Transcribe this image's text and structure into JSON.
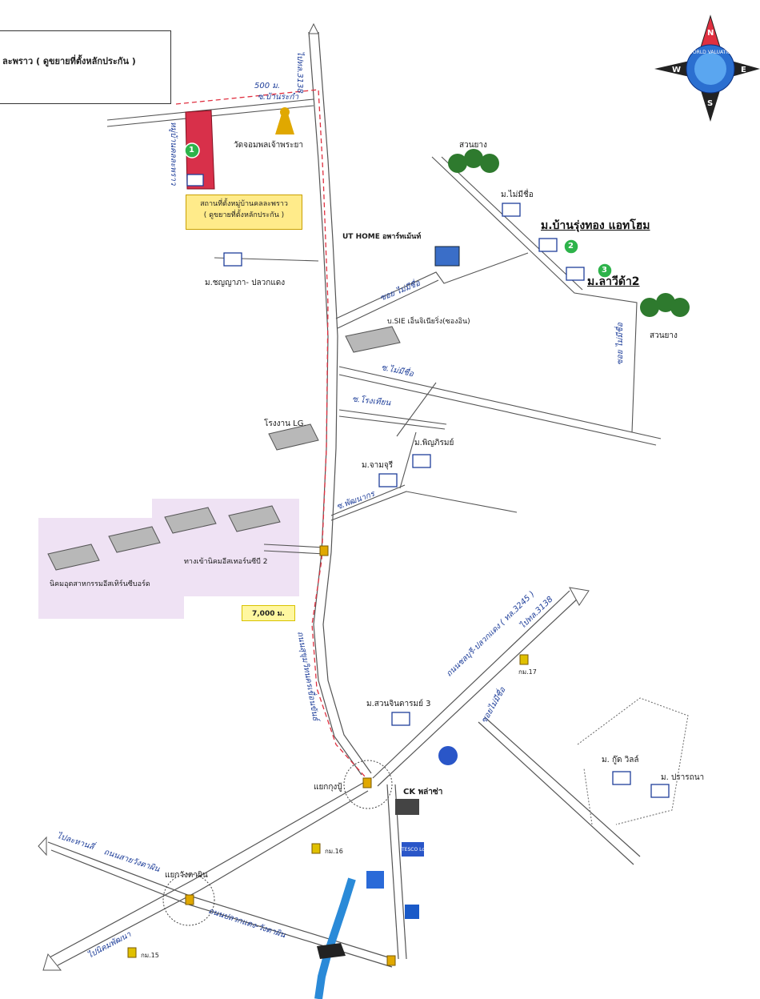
{
  "header": {
    "title": "ละพราว ( ดูขยายที่ตั้งหลักประกัน )"
  },
  "callout": {
    "line1": "สถานที่ตั้งหมู่บ้านคลละพราว",
    "line2": "( ดูขยายที่ตั้งหลักประกัน )"
  },
  "compass": {
    "n": "N",
    "s": "S",
    "e": "E",
    "w": "W",
    "ring": "WORLD VALUATION"
  },
  "markers": {
    "m1": "1",
    "m2": "2",
    "m3": "3"
  },
  "roads": {
    "top_road": "ไปทล.3138",
    "r500": "500 ม.",
    "soi_top": "ซ.บ้านระกำ",
    "vertical_left": "หมู่บ้านคลละพราว",
    "soi_maimeechue": "ซอย ไม่มีชื่อ",
    "soi_maimeechue2": "ซ.ไม่มีชื่อ",
    "soi_rongkhian": "ซ.โรงเทียน",
    "soi_phatthanakorn": "ซ.พัฒนากร",
    "soi_right": "ซอย ไม่มีชื่อ",
    "main_vertical": "ถนนสุขุมวิทนครเขื่อนขันธ์",
    "diag_road": "ถนนชลบุรี-ปลวกแดง ( ทล.3245 )",
    "to_3138": "ไปทล.3138",
    "soi_maimeechue3": "ซอยไม่มีชื่อ",
    "to_pattaya_nikom": "ไปนิคมพัฒนา",
    "to_lampong": "ไปละหานลี่",
    "sai_rangsit": "ถนนสายวังตาผิน",
    "pluak_rang": "ถนนปลวกแดง-วังตาผิน"
  },
  "places": {
    "temple": "วัดจอมพลเจ้าพระยา",
    "ut_home": "UT HOME อพาร์ทเม้นท์",
    "m_chunyaphat": "ม.ชญญาภา- ปลวกแดง",
    "m_maimeechue": "ม.ไม่มีชื่อ",
    "m_banrungthong": "ม.บ้านรุ่งทอง แอทโฮม",
    "m_lavida": "ม.ลาวีด้า2",
    "suanyang_top": "สวนยาง",
    "suanyang_right": "สวนยาง",
    "sie": "บ.SIE เอ็นจิเนียริ่ง(ซองอิน)",
    "lg": "โรงงาน LG.",
    "m_phiphirom": "ม.พิญภิรมย์",
    "m_chanchuri": "ม.จามจุรี",
    "eastern_seaboard_2": "ทางเข้านิคมอีสเทอร์นซีบี 2",
    "eastern_seaboard": "นิคมอุตสาหกรรมอีสเทิร์นซีบอร์ด",
    "distance_7000": "7,000 ม.",
    "km17": "กม.17",
    "m_suanchinda": "ม.สวนจินดารมย์ 3",
    "m_goodville": "ม. กู๊ด วิลล์",
    "m_prathana": "ม. ปรารถนา",
    "junction_kungpoo": "แยกกุงปู้",
    "ck": "CK พล่าซ่า",
    "km16": "กม.16",
    "junction_rangsit": "แยกวังตาผิน",
    "km15": "กม.15",
    "tesco": "TESCO Lotus"
  }
}
